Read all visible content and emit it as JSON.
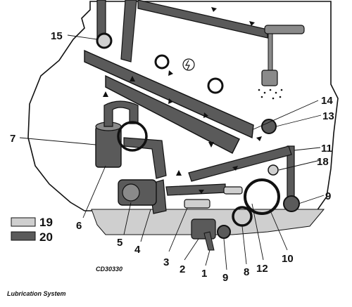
{
  "caption": "Lubrication System",
  "drawing_code": "CD30330",
  "legend": [
    {
      "label": "19",
      "fill": "#cfcfcf"
    },
    {
      "label": "20",
      "fill": "#5a5a5a"
    }
  ],
  "callouts": {
    "c1": "1",
    "c2": "2",
    "c3": "3",
    "c4": "4",
    "c5": "5",
    "c6": "6",
    "c7": "7",
    "c8": "8",
    "c9a": "9",
    "c9b": "9",
    "c10": "10",
    "c11": "11",
    "c12": "12",
    "c13": "13",
    "c14": "14",
    "c15": "15",
    "c18": "18"
  },
  "colors": {
    "pressure_oil": "#5a5a5a",
    "low_pressure_oil": "#cfcfcf",
    "outline": "#111111"
  }
}
